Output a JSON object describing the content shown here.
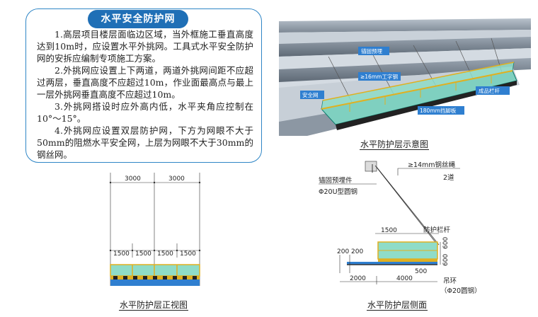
{
  "panel": {
    "title": "水平安全防护网",
    "paragraphs": [
      "1.高层项目楼层面临边区域，当外框施工垂直高度达到10m时，应设置水平外挑网。工具式水平安全防护网的安拆应编制专项施工方案。",
      "2.外挑网应设置上下两道，两道外挑网间距不应超过两层，垂直高度不应超过10m，作业面最高点与最上一层外挑网垂直高度不应超过10m。",
      "3.外挑网搭设时应外高内低，水平夹角应控制在10°～15°。",
      "4.外挑网应设置双层防护网，下方为网眼不大于50mm的阻燃水平安全网，上层为网眼不大于30mm的钢丝网。"
    ]
  },
  "perspective": {
    "caption": "水平防护层示意图",
    "labels": {
      "anchor_embed": "锚固预埋",
      "i_beam": "≥16mm工字钢",
      "safety_net": "安全网",
      "rail": "成品栏杆",
      "footboard": "180mm挡脚板"
    }
  },
  "front_view": {
    "caption": "水平防护层正视图",
    "top_dims": [
      "3000",
      "3000"
    ],
    "bottom_dims": [
      "1500",
      "1500",
      "1500",
      "1500"
    ]
  },
  "side_view": {
    "caption": "水平防护层侧面",
    "labels": {
      "wire_rope": "≥14mm钢丝绳",
      "wire_rope_count": "2道",
      "anchor": "锚固预埋件",
      "u_bar": "Φ20U型圆钢",
      "guard_rail": "防护栏杆",
      "hook": "吊环",
      "hook_spec": "（Φ20圆钢）"
    },
    "dims": {
      "top": "1500",
      "left_a": "200",
      "left_b": "200",
      "right_a": "600",
      "right_b": "600",
      "small": "500",
      "bottom_a": "2000",
      "bottom_b": "4000"
    }
  },
  "colors": {
    "accent": "#1f6fb6",
    "net": "#7fd0c0",
    "rail": "#e0b020",
    "board": "#2f7fd0"
  }
}
